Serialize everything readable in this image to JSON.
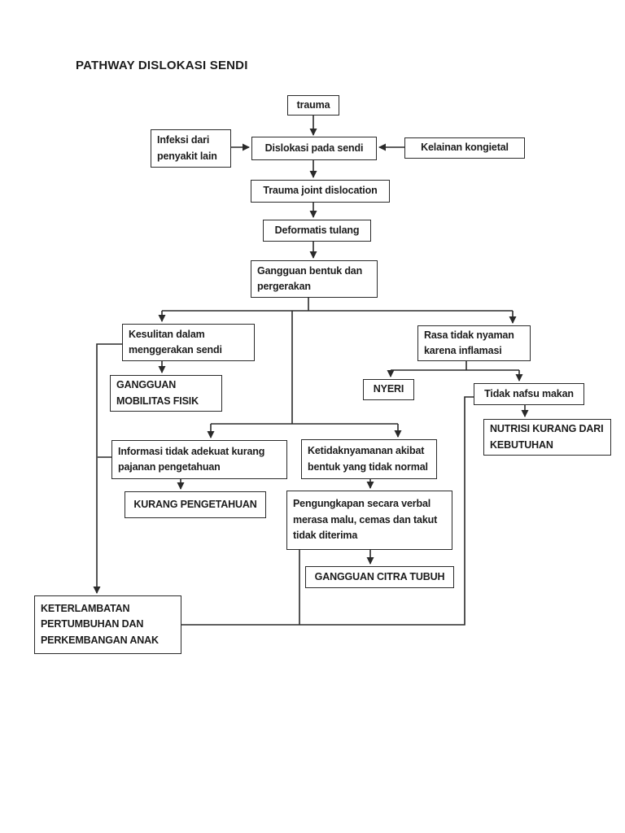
{
  "page": {
    "title": "PATHWAY DISLOKASI SENDI"
  },
  "colors": {
    "line": "#2a2a2a",
    "text": "#1c1c1c",
    "background": "#ffffff"
  },
  "nodes": {
    "trauma": {
      "label": "trauma"
    },
    "infeksi": {
      "label": "Infeksi dari penyakit lain"
    },
    "dislokasi": {
      "label": "Dislokasi pada sendi"
    },
    "kelainan": {
      "label": "Kelainan kongietal"
    },
    "trauma_joint": {
      "label": "Trauma joint dislocation"
    },
    "deformatis": {
      "label": "Deformatis tulang"
    },
    "gangguan_bentuk": {
      "label": "Gangguan bentuk dan pergerakan"
    },
    "kesulitan": {
      "label": "Kesulitan dalam menggerakan sendi"
    },
    "mobilitas": {
      "label": "GANGGUAN MOBILITAS FISIK"
    },
    "rasa": {
      "label": "Rasa tidak nyaman karena inflamasi"
    },
    "nyeri": {
      "label": "NYERI"
    },
    "tidak_nafsu": {
      "label": "Tidak nafsu makan"
    },
    "nutrisi": {
      "label": "NUTRISI KURANG DARI KEBUTUHAN"
    },
    "informasi": {
      "label": "Informasi tidak adekuat kurang pajanan pengetahuan"
    },
    "kurang_pengetahuan": {
      "label": "KURANG PENGETAHUAN"
    },
    "ketidaknyamanan": {
      "label": "Ketidaknyamanan akibat bentuk yang tidak normal"
    },
    "pengungkapan": {
      "label": "Pengungkapan secara verbal merasa malu, cemas dan takut tidak diterima"
    },
    "citra": {
      "label": "GANGGUAN CITRA TUBUH"
    },
    "keterlambatan": {
      "label": "KETERLAMBATAN PERTUMBUHAN DAN PERKEMBANGAN ANAK"
    }
  },
  "edges": [
    {
      "from": "trauma",
      "to": "dislokasi"
    },
    {
      "from": "infeksi",
      "to": "dislokasi"
    },
    {
      "from": "kelainan",
      "to": "dislokasi"
    },
    {
      "from": "dislokasi",
      "to": "trauma_joint"
    },
    {
      "from": "trauma_joint",
      "to": "deformatis"
    },
    {
      "from": "deformatis",
      "to": "gangguan_bentuk"
    },
    {
      "from": "gangguan_bentuk",
      "to": "kesulitan"
    },
    {
      "from": "gangguan_bentuk",
      "to": "rasa"
    },
    {
      "from": "gangguan_bentuk",
      "to": "informasi"
    },
    {
      "from": "gangguan_bentuk",
      "to": "ketidaknyamanan"
    },
    {
      "from": "kesulitan",
      "to": "mobilitas"
    },
    {
      "from": "kesulitan",
      "to": "keterlambatan"
    },
    {
      "from": "rasa",
      "to": "nyeri"
    },
    {
      "from": "rasa",
      "to": "tidak_nafsu"
    },
    {
      "from": "tidak_nafsu",
      "to": "nutrisi"
    },
    {
      "from": "tidak_nafsu",
      "to": "keterlambatan"
    },
    {
      "from": "informasi",
      "to": "kurang_pengetahuan"
    },
    {
      "from": "informasi",
      "to": "keterlambatan"
    },
    {
      "from": "ketidaknyamanan",
      "to": "pengungkapan"
    },
    {
      "from": "pengungkapan",
      "to": "citra"
    },
    {
      "from": "pengungkapan",
      "to": "keterlambatan"
    }
  ]
}
